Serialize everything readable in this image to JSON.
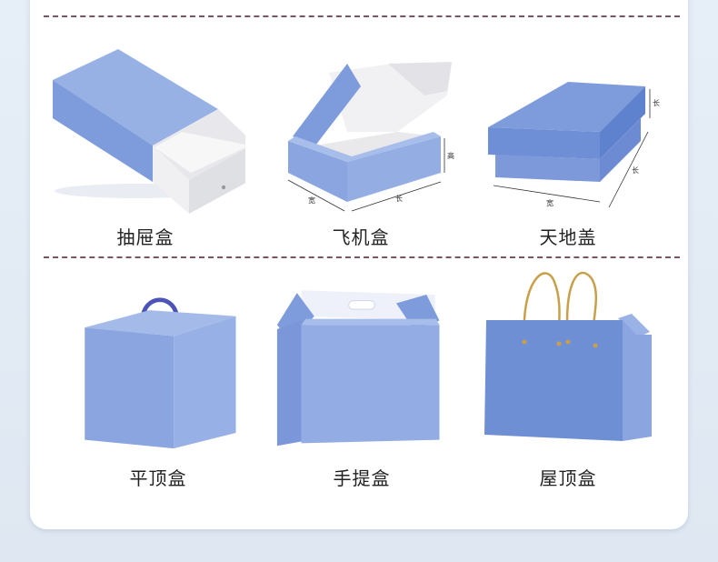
{
  "products": [
    {
      "label": "抽屉盒",
      "icon": "drawer-box-icon"
    },
    {
      "label": "飞机盒",
      "icon": "mailer-box-icon"
    },
    {
      "label": "天地盖",
      "icon": "lid-base-box-icon"
    },
    {
      "label": "平顶盒",
      "icon": "flat-top-box-icon"
    },
    {
      "label": "手提盒",
      "icon": "handle-box-icon"
    },
    {
      "label": "屋顶盒",
      "icon": "roof-box-icon"
    }
  ],
  "dimension_marks": {
    "width": "宽",
    "length": "长",
    "height": "高"
  },
  "colors": {
    "box_blue": "#8fa9e0",
    "box_blue_dark": "#6c8bd3",
    "box_white": "#f2f2f4",
    "divider": "#7a5560",
    "rope": "#c8a04a"
  }
}
